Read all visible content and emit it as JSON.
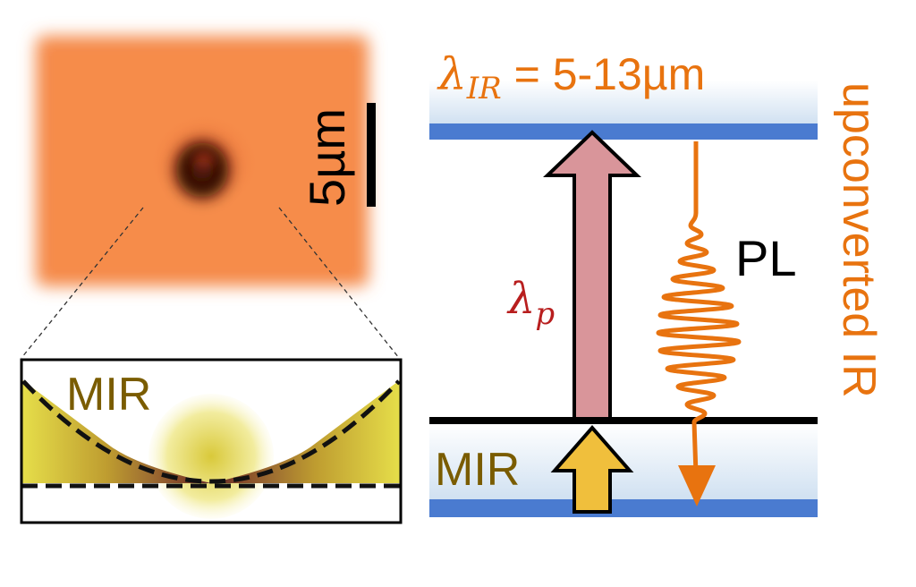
{
  "micrograph": {
    "scale_bar_label": "5µm"
  },
  "inset": {
    "label": "MIR"
  },
  "energy_diagram": {
    "upper_band_label": {
      "symbol": "λ",
      "subscript": "IR",
      "value": " = 5-13µm"
    },
    "pump_label": {
      "symbol": "λ",
      "subscript": "p"
    },
    "pl_label": "PL",
    "mir_label": "MIR",
    "side_label": "upconverted IR"
  },
  "colors": {
    "orange_text": "#e8730f",
    "pump_arrow": "#d9959a",
    "mir_arrow": "#f0bf3c",
    "band_line": "#4a7bd0",
    "band_fill": "#d7e6f4",
    "pump_text": "#b81e1e",
    "mir_text": "#7a5c00",
    "sample": "#f58a48"
  }
}
